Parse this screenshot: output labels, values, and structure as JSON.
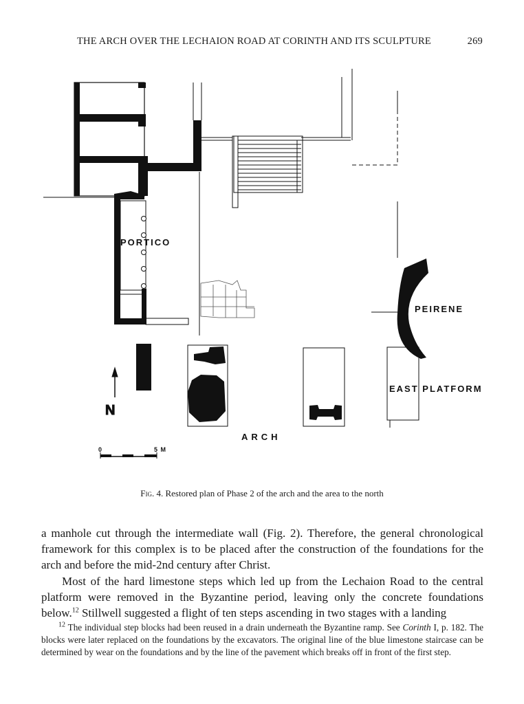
{
  "header": {
    "title": "THE ARCH OVER THE LECHAION ROAD AT CORINTH AND ITS SCULPTURE",
    "page_number": "269"
  },
  "figure": {
    "labels": {
      "portico": "PORTICO",
      "peirene": "PEIRENE",
      "east_platform": "EAST PLATFORM",
      "arch": "ARCH",
      "north": "N",
      "scale_start": "0",
      "scale_end": "5 M"
    },
    "caption_prefix": "Fig. 4.",
    "caption_text": "Restored plan of Phase 2 of the arch and the area to the north"
  },
  "body": {
    "para1": "a manhole cut through the intermediate wall (Fig. 2). Therefore, the general chronological framework for this complex is to be placed after the construction of the foundations for the arch and before the mid-2nd century after Christ.",
    "para2_main": "Most of the hard limestone steps which led up from the Lechaion Road to the central platform were removed in the Byzantine period, leaving only the concrete foundations below.",
    "para2_note_ref": "12",
    "para2_tail": " Stillwell suggested a flight of ten steps ascending in two stages with a landing"
  },
  "footnote": {
    "number": "12",
    "text_a": " The individual step blocks had been reused in a drain underneath the Byzantine ramp. See ",
    "corinth": "Corinth",
    "text_b": " I, p. 182. The blocks were later replaced on the foundations by the excavators. The original line of the blue limestone staircase can be determined by wear on the foundations and by the line of the pavement which breaks off in front of the first step."
  }
}
